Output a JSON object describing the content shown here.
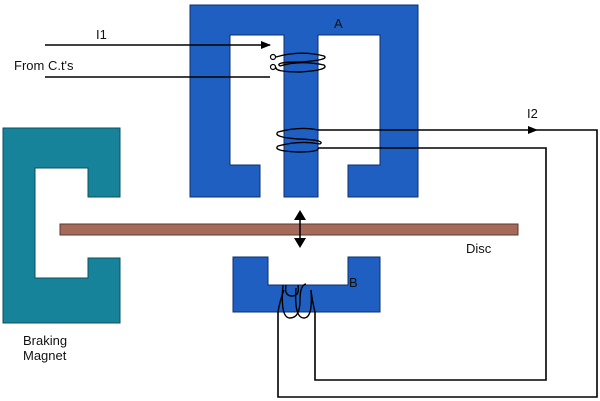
{
  "labels": {
    "i1": "I1",
    "from_cts": "From C.t's",
    "magnet_a": "A",
    "i2": "I2",
    "disc": "Disc",
    "magnet_b": "B",
    "braking_line1": "Braking",
    "braking_line2": "Magnet"
  },
  "colors": {
    "electromagnet": "#1f5fc1",
    "braking_magnet": "#17839a",
    "disc": "#a56a5a",
    "wire": "#000000"
  }
}
